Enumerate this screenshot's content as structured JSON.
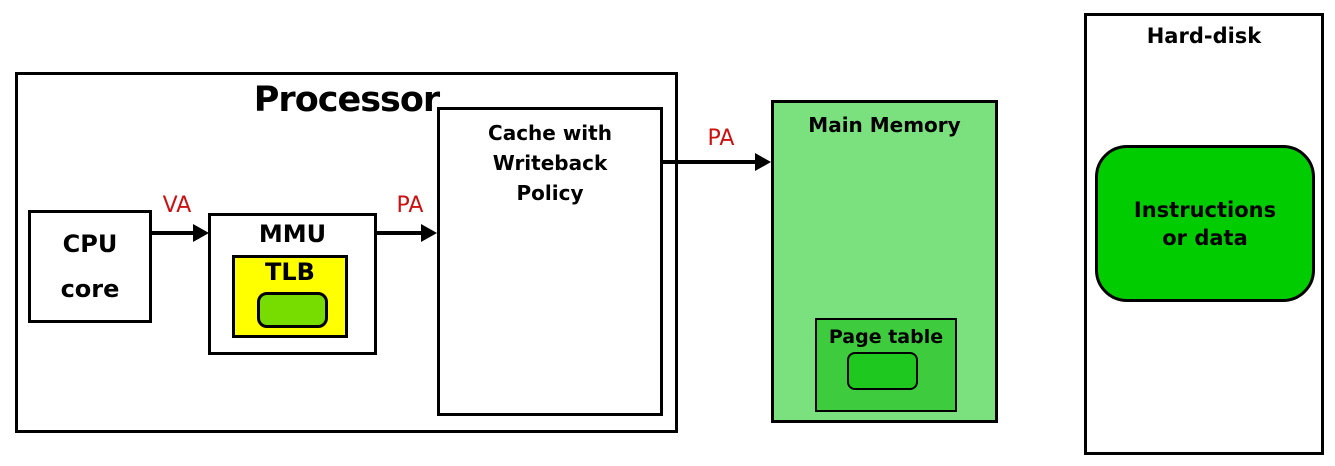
{
  "processor": {
    "title": "Processor",
    "cpu_core": {
      "label": "CPU\ncore"
    },
    "mmu": {
      "label": "MMU",
      "tlb": {
        "label": "TLB"
      }
    },
    "cache": {
      "label": "Cache with\nWriteback\nPolicy"
    }
  },
  "buses": {
    "va": {
      "label": "VA"
    },
    "pa_mmu_to_cache": {
      "label": "PA"
    },
    "pa_cache_to_memory": {
      "label": "PA"
    }
  },
  "main_memory": {
    "title": "Main Memory",
    "page_table": {
      "label": "Page table"
    }
  },
  "hard_disk": {
    "title": "Hard-disk",
    "contents": {
      "label": "Instructions\nor data"
    }
  },
  "colors": {
    "tlb_fill": "#ffff00",
    "tlb_entry_fill": "#77dd00",
    "main_memory_fill": "#7be07e",
    "page_table_fill": "#3ecc3e",
    "page_table_entry_fill": "#1fc81f",
    "disk_contents_fill": "#00cc00",
    "address_label_color": "#cc1111",
    "border_color": "#000000"
  }
}
